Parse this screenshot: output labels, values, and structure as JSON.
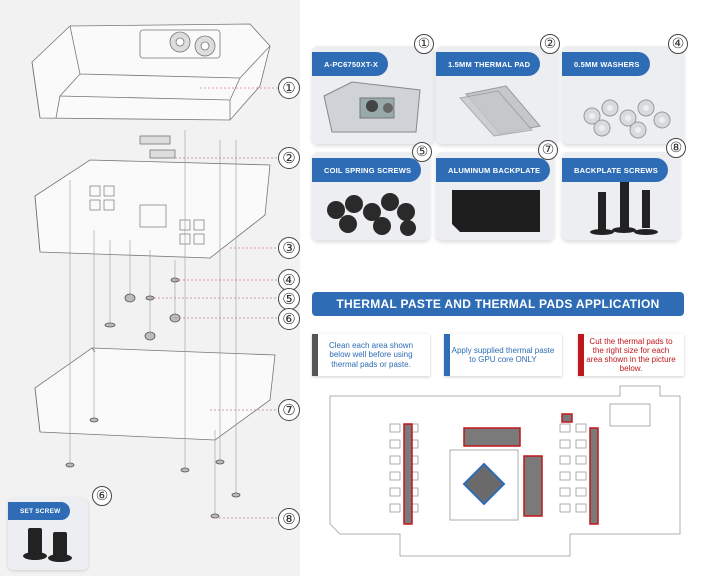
{
  "parts": [
    {
      "num": "①",
      "label": "A-PC6750XT-X"
    },
    {
      "num": "②",
      "label": "1.5MM THERMAL PAD"
    },
    {
      "num": "④",
      "label": "0.5MM WASHERS"
    },
    {
      "num": "⑤",
      "label": "COIL SPRING SCREWS"
    },
    {
      "num": "⑦",
      "label": "ALUMINUM BACKPLATE"
    },
    {
      "num": "⑧",
      "label": "BACKPLATE SCREWS"
    }
  ],
  "callouts": [
    "①",
    "②",
    "③",
    "④",
    "⑤",
    "⑥",
    "⑦",
    "⑧"
  ],
  "set_screw": {
    "num": "⑥",
    "label": "SET SCREW"
  },
  "section_title": "THERMAL PASTE AND THERMAL PADS APPLICATION",
  "instructions": [
    {
      "text": "Clean each area shown below well before using thermal pads or paste.",
      "color": "#555555",
      "text_color": "#2e6db5"
    },
    {
      "text": "Apply supplied thermal paste to GPU core ONLY",
      "color": "#2e6db5",
      "text_color": "#2e6db5"
    },
    {
      "text": "Cut the thermal pads to the right size for each area shown in the picture below.",
      "color": "#c0171c",
      "text_color": "#c0171c"
    }
  ],
  "colors": {
    "accent": "#2e6db5",
    "pad": "#c0171c",
    "paste": "#555555"
  }
}
